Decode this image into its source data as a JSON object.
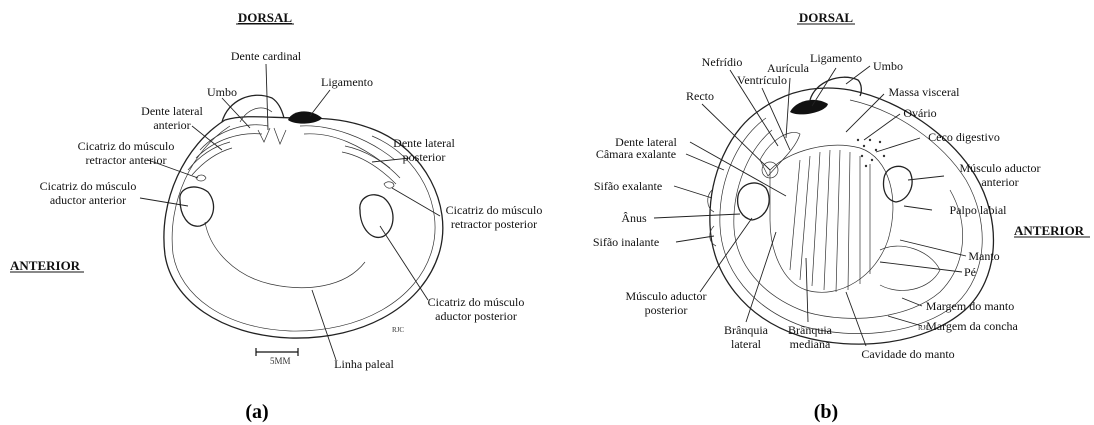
{
  "figure_a": {
    "heading": "DORSAL",
    "side": "ANTERIOR",
    "caption": "(a)",
    "scale": "5MM",
    "labels": {
      "dente_cardinal": "Dente cardinal",
      "umbo": "Umbo",
      "ligamento": "Ligamento",
      "dente_lat_ant_1": "Dente lateral",
      "dente_lat_ant_2": "anterior",
      "dente_lat_post_1": "Dente lateral",
      "dente_lat_post_2": "posterior",
      "cic_retr_ant_1": "Cicatriz do músculo",
      "cic_retr_ant_2": "retractor anterior",
      "cic_add_ant_1": "Cicatriz do músculo",
      "cic_add_ant_2": "aductor anterior",
      "cic_retr_post_1": "Cicatriz do músculo",
      "cic_retr_post_2": "retractor posterior",
      "cic_add_post_1": "Cicatriz do músculo",
      "cic_add_post_2": "aductor posterior",
      "linha_paleal": "Linha paleal"
    }
  },
  "figure_b": {
    "heading": "DORSAL",
    "side": "ANTERIOR",
    "caption": "(b)",
    "labels": {
      "nefridio": "Nefrídio",
      "auricula": "Aurícula",
      "ligamento": "Ligamento",
      "ventriculo": "Ventrículo",
      "umbo": "Umbo",
      "recto": "Recto",
      "massa_visceral": "Massa visceral",
      "ovario": "Ovário",
      "dente_lateral": "Dente lateral",
      "ceco_digestivo": "Ceco digestivo",
      "camara_exalante": "Câmara exalante",
      "musc_add_ant_1": "Músculo aductor",
      "musc_add_ant_2": "anterior",
      "sifao_exalante": "Sifão exalante",
      "palpo_labial": "Palpo labial",
      "anus": "Ânus",
      "sifao_inalante": "Sifão inalante",
      "manto": "Manto",
      "pe": "Pé",
      "musc_add_post_1": "Músculo aductor",
      "musc_add_post_2": "posterior",
      "margem_manto": "Margem do manto",
      "margem_concha": "Margem da concha",
      "branquia_lat_1": "Brânquia",
      "branquia_lat_2": "lateral",
      "branquia_med_1": "Brânquia",
      "branquia_med_2": "mediana",
      "cavidade_manto": "Cavidade do manto"
    }
  }
}
